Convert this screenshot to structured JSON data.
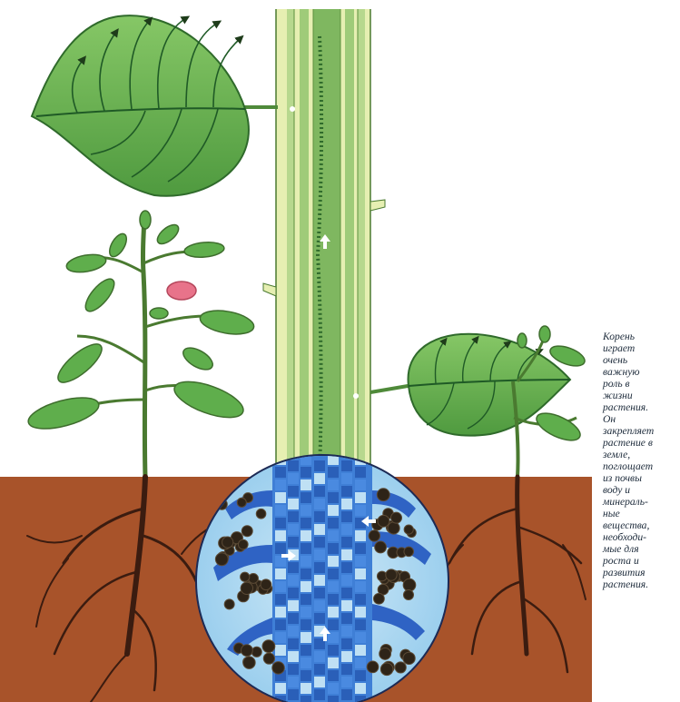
{
  "caption": {
    "lines": [
      "Корень",
      "играет",
      "очень",
      "важную",
      "роль в",
      "жизни",
      "растения.",
      "Он",
      "закрепляет",
      "растение в",
      "земле,",
      "поглощает",
      "из почвы",
      "воду и",
      "минераль-",
      "ные",
      "вещества,",
      "необходи-",
      "мые для",
      "роста и",
      "развития",
      "растения."
    ]
  },
  "colors": {
    "soil": "#a8532a",
    "stem_pale": "#e6efb2",
    "stem_green": "#8ec06a",
    "leaf": "#5fae4c",
    "leaf_dark": "#1f5a26",
    "root": "#3b1c10",
    "cell_blue": "#3f7fd6",
    "cell_light": "#bfe0f4",
    "flower": "#e8738a"
  },
  "icons": [
    "up-arrow-icon",
    "right-arrow-icon",
    "left-arrow-icon"
  ]
}
